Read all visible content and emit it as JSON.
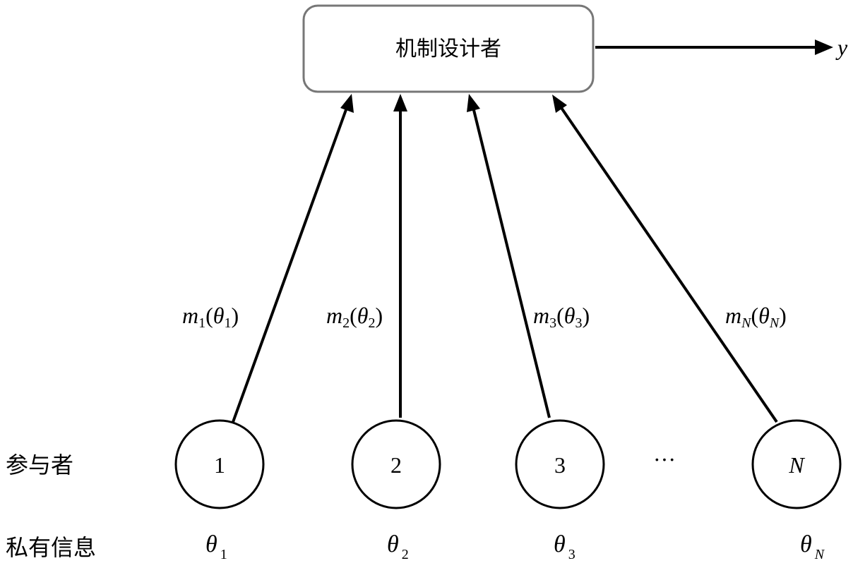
{
  "designer": {
    "label": "机制设计者"
  },
  "output": {
    "label": "y"
  },
  "rows": {
    "participants_label": "参与者",
    "private_info_label": "私有信息"
  },
  "participants": [
    {
      "node_label": "1",
      "message": {
        "m": "m",
        "m_sub": "1",
        "theta": "θ",
        "theta_sub": "1"
      },
      "info": {
        "theta": "θ",
        "sub": "1"
      }
    },
    {
      "node_label": "2",
      "message": {
        "m": "m",
        "m_sub": "2",
        "theta": "θ",
        "theta_sub": "2"
      },
      "info": {
        "theta": "θ",
        "sub": "2"
      }
    },
    {
      "node_label": "3",
      "message": {
        "m": "m",
        "m_sub": "3",
        "theta": "θ",
        "theta_sub": "3"
      },
      "info": {
        "theta": "θ",
        "sub": "3"
      }
    },
    {
      "node_label": "N",
      "message": {
        "m": "m",
        "m_sub": "N",
        "theta": "θ",
        "theta_sub": "N"
      },
      "info": {
        "theta": "θ",
        "sub": "N"
      }
    }
  ],
  "ellipsis": "···",
  "paren_open": "(",
  "paren_close": ")",
  "colors": {
    "stroke": "#000000",
    "box_border": "#777777",
    "background": "#ffffff"
  }
}
